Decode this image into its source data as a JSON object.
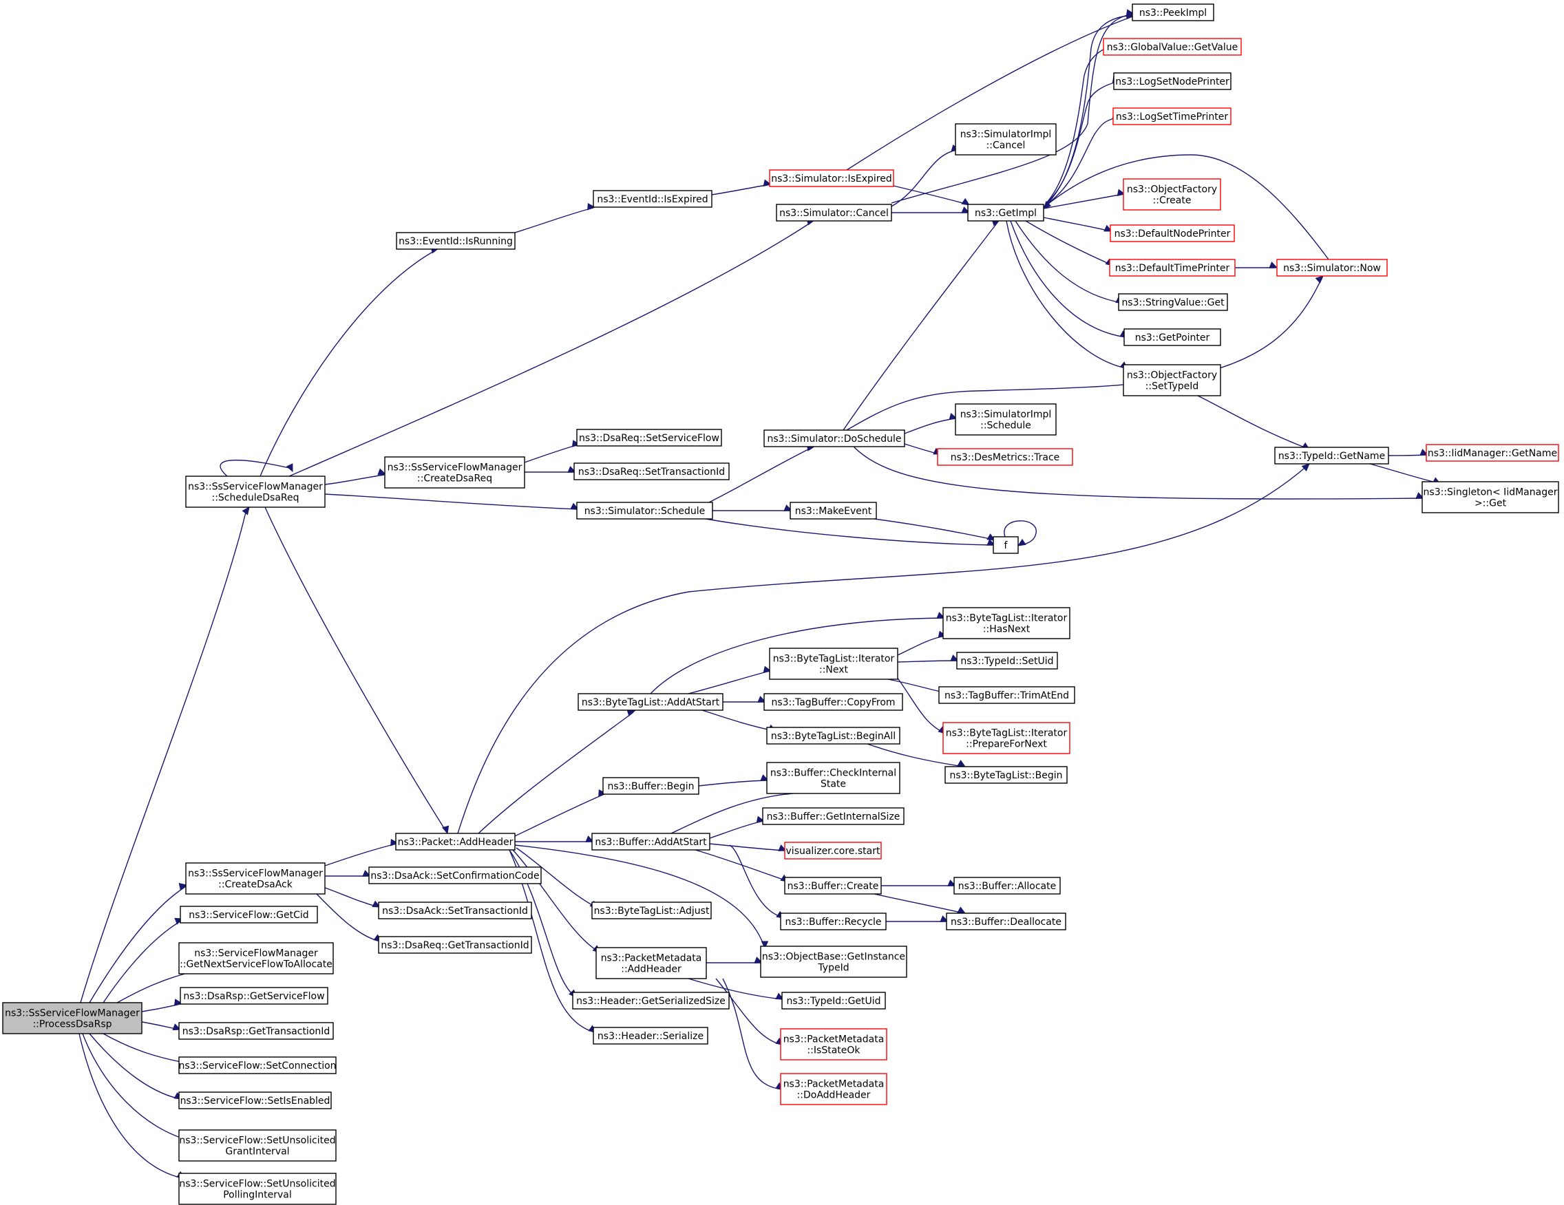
{
  "colors": {
    "edge": "#191970",
    "border_normal": "#000000",
    "border_truncated": "#ff0000",
    "root_fill": "#bfbfbf",
    "node_fill": "#ffffff"
  },
  "graph": {
    "nodes": [
      {
        "id": "root",
        "lines": [
          "ns3::SsServiceFlowManager",
          "::ProcessDsaRsp"
        ],
        "variant": "root"
      },
      {
        "id": "scheduleDsaReq",
        "lines": [
          "ns3::SsServiceFlowManager",
          "::ScheduleDsaReq"
        ],
        "variant": "normal"
      },
      {
        "id": "createDsaAck",
        "lines": [
          "ns3::SsServiceFlowManager",
          "::CreateDsaAck"
        ],
        "variant": "normal"
      },
      {
        "id": "sfGetCid",
        "lines": [
          "ns3::ServiceFlow::GetCid"
        ],
        "variant": "normal"
      },
      {
        "id": "sfmGetNext",
        "lines": [
          "ns3::ServiceFlowManager",
          "::GetNextServiceFlowToAllocate"
        ],
        "variant": "normal"
      },
      {
        "id": "dsaRspGetSF",
        "lines": [
          "ns3::DsaRsp::GetServiceFlow"
        ],
        "variant": "normal"
      },
      {
        "id": "dsaRspGetTid",
        "lines": [
          "ns3::DsaRsp::GetTransactionId"
        ],
        "variant": "normal"
      },
      {
        "id": "sfSetConn",
        "lines": [
          "ns3::ServiceFlow::SetConnection"
        ],
        "variant": "normal"
      },
      {
        "id": "sfSetIsEnabled",
        "lines": [
          "ns3::ServiceFlow::SetIsEnabled"
        ],
        "variant": "normal"
      },
      {
        "id": "sfSetUGI",
        "lines": [
          "ns3::ServiceFlow::SetUnsolicited",
          "GrantInterval"
        ],
        "variant": "normal"
      },
      {
        "id": "sfSetUPI",
        "lines": [
          "ns3::ServiceFlow::SetUnsolicited",
          "PollingInterval"
        ],
        "variant": "normal"
      },
      {
        "id": "eventIsRunning",
        "lines": [
          "ns3::EventId::IsRunning"
        ],
        "variant": "normal"
      },
      {
        "id": "createDsaReq",
        "lines": [
          "ns3::SsServiceFlowManager",
          "::CreateDsaReq"
        ],
        "variant": "normal"
      },
      {
        "id": "packetAddHeader",
        "lines": [
          "ns3::Packet::AddHeader"
        ],
        "variant": "normal"
      },
      {
        "id": "dsaAckSetConf",
        "lines": [
          "ns3::DsaAck::SetConfirmationCode"
        ],
        "variant": "normal"
      },
      {
        "id": "dsaAckSetTid",
        "lines": [
          "ns3::DsaAck::SetTransactionId"
        ],
        "variant": "normal"
      },
      {
        "id": "dsaReqGetTid",
        "lines": [
          "ns3::DsaReq::GetTransactionId"
        ],
        "variant": "normal"
      },
      {
        "id": "eventIsExpired",
        "lines": [
          "ns3::EventId::IsExpired"
        ],
        "variant": "normal"
      },
      {
        "id": "simCancel",
        "lines": [
          "ns3::Simulator::Cancel"
        ],
        "variant": "normal"
      },
      {
        "id": "dsaReqSetSF",
        "lines": [
          "ns3::DsaReq::SetServiceFlow"
        ],
        "variant": "normal"
      },
      {
        "id": "dsaReqSetTid",
        "lines": [
          "ns3::DsaReq::SetTransactionId"
        ],
        "variant": "normal"
      },
      {
        "id": "simSchedule",
        "lines": [
          "ns3::Simulator::Schedule"
        ],
        "variant": "normal"
      },
      {
        "id": "btlAddAtStart",
        "lines": [
          "ns3::ByteTagList::AddAtStart"
        ],
        "variant": "normal"
      },
      {
        "id": "bufBegin",
        "lines": [
          "ns3::Buffer::Begin"
        ],
        "variant": "normal"
      },
      {
        "id": "bufAddAtStart",
        "lines": [
          "ns3::Buffer::AddAtStart"
        ],
        "variant": "normal"
      },
      {
        "id": "btlAdjust",
        "lines": [
          "ns3::ByteTagList::Adjust"
        ],
        "variant": "normal"
      },
      {
        "id": "pmAddHeader",
        "lines": [
          "ns3::PacketMetadata",
          "::AddHeader"
        ],
        "variant": "normal"
      },
      {
        "id": "hdrGetSize",
        "lines": [
          "ns3::Header::GetSerializedSize"
        ],
        "variant": "normal"
      },
      {
        "id": "hdrSerialize",
        "lines": [
          "ns3::Header::Serialize"
        ],
        "variant": "normal"
      },
      {
        "id": "simIsExpired",
        "lines": [
          "ns3::Simulator::IsExpired"
        ],
        "variant": "truncated"
      },
      {
        "id": "simDoSchedule",
        "lines": [
          "ns3::Simulator::DoSchedule"
        ],
        "variant": "normal"
      },
      {
        "id": "makeEvent",
        "lines": [
          "ns3::MakeEvent"
        ],
        "variant": "normal"
      },
      {
        "id": "btliNext",
        "lines": [
          "ns3::ByteTagList::Iterator",
          "::Next"
        ],
        "variant": "normal"
      },
      {
        "id": "tbCopyFrom",
        "lines": [
          "ns3::TagBuffer::CopyFrom"
        ],
        "variant": "normal"
      },
      {
        "id": "btlBeginAll",
        "lines": [
          "ns3::ByteTagList::BeginAll"
        ],
        "variant": "normal"
      },
      {
        "id": "bufCheckInternal",
        "lines": [
          "ns3::Buffer::CheckInternal",
          "State"
        ],
        "variant": "normal"
      },
      {
        "id": "bufGetInternalSize",
        "lines": [
          "ns3::Buffer::GetInternalSize"
        ],
        "variant": "normal"
      },
      {
        "id": "vizStart",
        "lines": [
          "visualizer.core.start"
        ],
        "variant": "truncated"
      },
      {
        "id": "bufCreate",
        "lines": [
          "ns3::Buffer::Create"
        ],
        "variant": "normal"
      },
      {
        "id": "bufRecycle",
        "lines": [
          "ns3::Buffer::Recycle"
        ],
        "variant": "normal"
      },
      {
        "id": "objGetInstanceTid",
        "lines": [
          "ns3::ObjectBase::GetInstance",
          "TypeId"
        ],
        "variant": "normal"
      },
      {
        "id": "tidGetUid",
        "lines": [
          "ns3::TypeId::GetUid"
        ],
        "variant": "normal"
      },
      {
        "id": "pmIsStateOk",
        "lines": [
          "ns3::PacketMetadata",
          "::IsStateOk"
        ],
        "variant": "truncated"
      },
      {
        "id": "pmDoAddHeader",
        "lines": [
          "ns3::PacketMetadata",
          "::DoAddHeader"
        ],
        "variant": "truncated"
      },
      {
        "id": "simImplCancel",
        "lines": [
          "ns3::SimulatorImpl",
          "::Cancel"
        ],
        "variant": "normal"
      },
      {
        "id": "getImpl",
        "lines": [
          "ns3::GetImpl"
        ],
        "variant": "normal"
      },
      {
        "id": "simImplSchedule",
        "lines": [
          "ns3::SimulatorImpl",
          "::Schedule"
        ],
        "variant": "normal"
      },
      {
        "id": "desTrace",
        "lines": [
          "ns3::DesMetrics::Trace"
        ],
        "variant": "truncated"
      },
      {
        "id": "f",
        "lines": [
          "f"
        ],
        "variant": "normal"
      },
      {
        "id": "btliHasNext",
        "lines": [
          "ns3::ByteTagList::Iterator",
          "::HasNext"
        ],
        "variant": "normal"
      },
      {
        "id": "tidSetUid",
        "lines": [
          "ns3::TypeId::SetUid"
        ],
        "variant": "normal"
      },
      {
        "id": "tbTrimAtEnd",
        "lines": [
          "ns3::TagBuffer::TrimAtEnd"
        ],
        "variant": "normal"
      },
      {
        "id": "btliPrepare",
        "lines": [
          "ns3::ByteTagList::Iterator",
          "::PrepareForNext"
        ],
        "variant": "truncated"
      },
      {
        "id": "btlBegin",
        "lines": [
          "ns3::ByteTagList::Begin"
        ],
        "variant": "normal"
      },
      {
        "id": "bufAllocate",
        "lines": [
          "ns3::Buffer::Allocate"
        ],
        "variant": "normal"
      },
      {
        "id": "bufDeallocate",
        "lines": [
          "ns3::Buffer::Deallocate"
        ],
        "variant": "normal"
      },
      {
        "id": "peekImpl",
        "lines": [
          "ns3::PeekImpl"
        ],
        "variant": "normal"
      },
      {
        "id": "gvGetValue",
        "lines": [
          "ns3::GlobalValue::GetValue"
        ],
        "variant": "truncated"
      },
      {
        "id": "logSetNode",
        "lines": [
          "ns3::LogSetNodePrinter"
        ],
        "variant": "normal"
      },
      {
        "id": "logSetTime",
        "lines": [
          "ns3::LogSetTimePrinter"
        ],
        "variant": "truncated"
      },
      {
        "id": "ofCreate",
        "lines": [
          "ns3::ObjectFactory",
          "::Create"
        ],
        "variant": "truncated"
      },
      {
        "id": "defNodePrinter",
        "lines": [
          "ns3::DefaultNodePrinter"
        ],
        "variant": "truncated"
      },
      {
        "id": "defTimePrinter",
        "lines": [
          "ns3::DefaultTimePrinter"
        ],
        "variant": "truncated"
      },
      {
        "id": "strValGet",
        "lines": [
          "ns3::StringValue::Get"
        ],
        "variant": "normal"
      },
      {
        "id": "getPointer",
        "lines": [
          "ns3::GetPointer"
        ],
        "variant": "normal"
      },
      {
        "id": "ofSetTypeId",
        "lines": [
          "ns3::ObjectFactory",
          "::SetTypeId"
        ],
        "variant": "normal"
      },
      {
        "id": "simNow",
        "lines": [
          "ns3::Simulator::Now"
        ],
        "variant": "truncated"
      },
      {
        "id": "tidGetName",
        "lines": [
          "ns3::TypeId::GetName"
        ],
        "variant": "normal"
      },
      {
        "id": "iidGetName",
        "lines": [
          "ns3::IidManager::GetName"
        ],
        "variant": "truncated"
      },
      {
        "id": "singletonGet",
        "lines": [
          "ns3::Singleton< IidManager",
          " >::Get"
        ],
        "variant": "normal"
      }
    ],
    "edges": [
      [
        "root",
        "scheduleDsaReq"
      ],
      [
        "root",
        "createDsaAck"
      ],
      [
        "root",
        "sfGetCid"
      ],
      [
        "root",
        "sfmGetNext"
      ],
      [
        "root",
        "dsaRspGetSF"
      ],
      [
        "root",
        "dsaRspGetTid"
      ],
      [
        "root",
        "sfSetConn"
      ],
      [
        "root",
        "sfSetIsEnabled"
      ],
      [
        "root",
        "sfSetUGI"
      ],
      [
        "root",
        "sfSetUPI"
      ],
      [
        "scheduleDsaReq",
        "scheduleDsaReq"
      ],
      [
        "scheduleDsaReq",
        "eventIsRunning"
      ],
      [
        "scheduleDsaReq",
        "simCancel"
      ],
      [
        "scheduleDsaReq",
        "createDsaReq"
      ],
      [
        "scheduleDsaReq",
        "simSchedule"
      ],
      [
        "scheduleDsaReq",
        "packetAddHeader"
      ],
      [
        "createDsaAck",
        "packetAddHeader"
      ],
      [
        "createDsaAck",
        "dsaAckSetConf"
      ],
      [
        "createDsaAck",
        "dsaAckSetTid"
      ],
      [
        "createDsaAck",
        "dsaReqGetTid"
      ],
      [
        "eventIsRunning",
        "eventIsExpired"
      ],
      [
        "eventIsExpired",
        "simIsExpired"
      ],
      [
        "simIsExpired",
        "peekImpl"
      ],
      [
        "simIsExpired",
        "getImpl"
      ],
      [
        "simCancel",
        "simImplCancel"
      ],
      [
        "simCancel",
        "getImpl"
      ],
      [
        "simCancel",
        "peekImpl"
      ],
      [
        "createDsaReq",
        "dsaReqSetSF"
      ],
      [
        "createDsaReq",
        "dsaReqSetTid"
      ],
      [
        "simSchedule",
        "simDoSchedule"
      ],
      [
        "simSchedule",
        "makeEvent"
      ],
      [
        "simSchedule",
        "f"
      ],
      [
        "simDoSchedule",
        "getImpl"
      ],
      [
        "simDoSchedule",
        "simImplSchedule"
      ],
      [
        "simDoSchedule",
        "desTrace"
      ],
      [
        "simDoSchedule",
        "simNow"
      ],
      [
        "simDoSchedule",
        "singletonGet"
      ],
      [
        "makeEvent",
        "f"
      ],
      [
        "f",
        "f"
      ],
      [
        "getImpl",
        "peekImpl"
      ],
      [
        "getImpl",
        "gvGetValue"
      ],
      [
        "getImpl",
        "logSetNode"
      ],
      [
        "getImpl",
        "logSetTime"
      ],
      [
        "getImpl",
        "ofCreate"
      ],
      [
        "getImpl",
        "defNodePrinter"
      ],
      [
        "getImpl",
        "defTimePrinter"
      ],
      [
        "getImpl",
        "strValGet"
      ],
      [
        "getImpl",
        "getPointer"
      ],
      [
        "getImpl",
        "ofSetTypeId"
      ],
      [
        "defTimePrinter",
        "simNow"
      ],
      [
        "simNow",
        "getImpl"
      ],
      [
        "ofSetTypeId",
        "tidGetName"
      ],
      [
        "tidGetName",
        "iidGetName"
      ],
      [
        "tidGetName",
        "singletonGet"
      ],
      [
        "packetAddHeader",
        "tidGetName"
      ],
      [
        "packetAddHeader",
        "btlAddAtStart"
      ],
      [
        "packetAddHeader",
        "bufBegin"
      ],
      [
        "packetAddHeader",
        "bufAddAtStart"
      ],
      [
        "packetAddHeader",
        "btlAdjust"
      ],
      [
        "packetAddHeader",
        "pmAddHeader"
      ],
      [
        "packetAddHeader",
        "hdrGetSize"
      ],
      [
        "packetAddHeader",
        "hdrSerialize"
      ],
      [
        "packetAddHeader",
        "objGetInstanceTid"
      ],
      [
        "btlAddAtStart",
        "btliHasNext"
      ],
      [
        "btlAddAtStart",
        "btliNext"
      ],
      [
        "btlAddAtStart",
        "tbCopyFrom"
      ],
      [
        "btlAddAtStart",
        "btlBeginAll"
      ],
      [
        "btliNext",
        "btliHasNext"
      ],
      [
        "btliNext",
        "tidSetUid"
      ],
      [
        "btliNext",
        "tbTrimAtEnd"
      ],
      [
        "btliNext",
        "btliPrepare"
      ],
      [
        "btlBeginAll",
        "btlBegin"
      ],
      [
        "bufBegin",
        "bufCheckInternal"
      ],
      [
        "bufAddAtStart",
        "bufCheckInternal"
      ],
      [
        "bufAddAtStart",
        "bufGetInternalSize"
      ],
      [
        "bufAddAtStart",
        "vizStart"
      ],
      [
        "bufAddAtStart",
        "bufCreate"
      ],
      [
        "bufAddAtStart",
        "bufRecycle"
      ],
      [
        "bufCreate",
        "bufAllocate"
      ],
      [
        "bufCreate",
        "bufDeallocate"
      ],
      [
        "bufRecycle",
        "bufDeallocate"
      ],
      [
        "pmAddHeader",
        "objGetInstanceTid"
      ],
      [
        "pmAddHeader",
        "tidGetUid"
      ],
      [
        "pmAddHeader",
        "pmIsStateOk"
      ],
      [
        "pmAddHeader",
        "pmDoAddHeader"
      ]
    ]
  }
}
